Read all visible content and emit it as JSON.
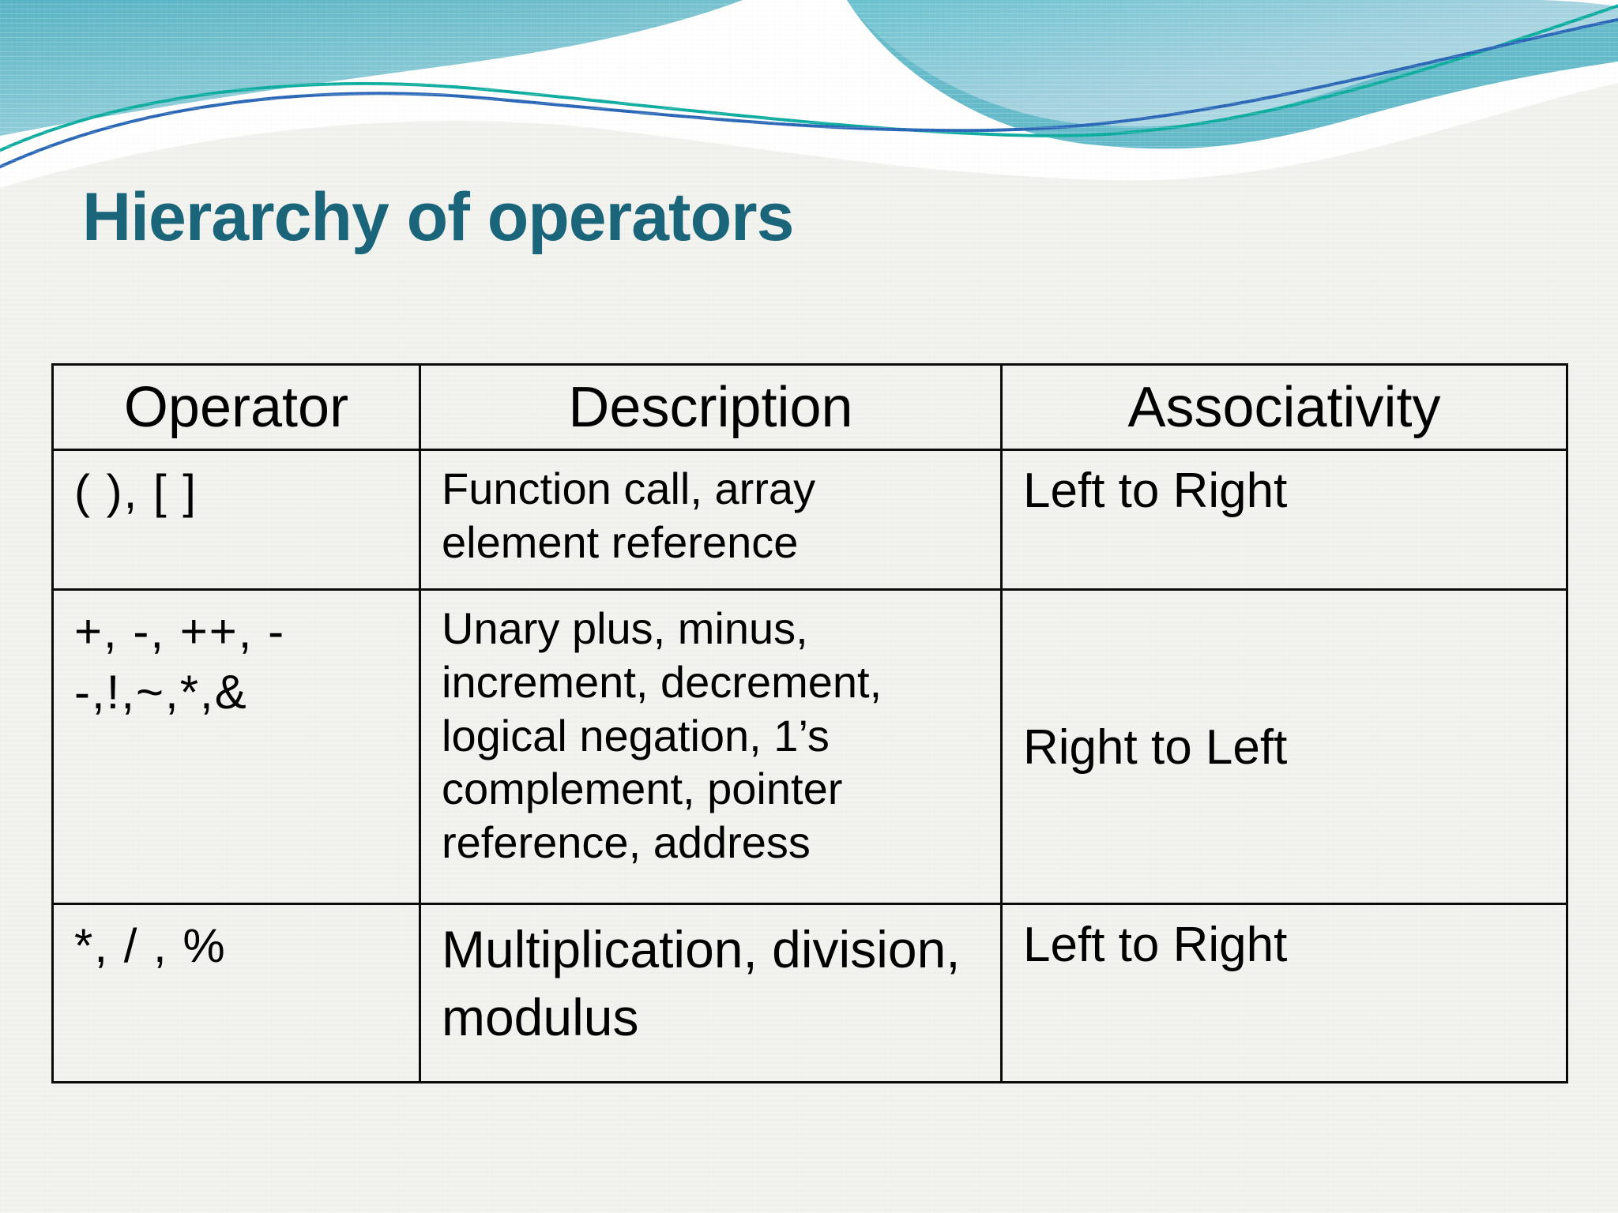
{
  "slide": {
    "title": "Hierarchy of operators",
    "colors": {
      "background": "#f1f1ee",
      "title_text": "#1a6579",
      "wave_teal_dark": "#4fb0c2",
      "wave_teal_light": "#b3dce8",
      "accent_line_teal": "#00a89b",
      "accent_line_blue": "#1e5fb3",
      "table_border": "#0b0b0b",
      "table_text": "#000000"
    }
  },
  "table": {
    "headers": [
      "Operator",
      "Description",
      "Associativity"
    ],
    "rows": [
      {
        "operator": "( ), [ ]",
        "description": "Function call, array element reference",
        "associativity": "Left to Right"
      },
      {
        "operator": "+, -, ++, -\n-,!,~,*,&",
        "description": "Unary plus, minus, increment, decrement, logical negation, 1’s complement, pointer reference, address",
        "associativity": "Right to Left"
      },
      {
        "operator": "*, / , %",
        "description": "Multiplication, division, modulus",
        "associativity": "Left to Right"
      }
    ]
  }
}
